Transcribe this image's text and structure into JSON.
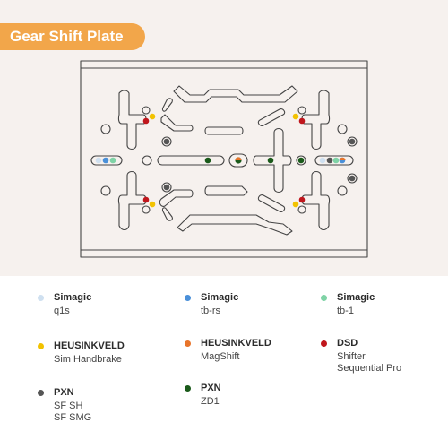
{
  "title": "Gear Shift Plate",
  "colors": {
    "title_bg": "#f2a64a",
    "plate_stroke": "#444444",
    "background": "#f6f1ee"
  },
  "legend": [
    {
      "brand": "Simagic",
      "models": [
        "q1s"
      ],
      "color": "#cfe0f0"
    },
    {
      "brand": "Simagic",
      "models": [
        "tb-rs"
      ],
      "color": "#4a90d9"
    },
    {
      "brand": "Simagic",
      "models": [
        "tb-1"
      ],
      "color": "#7fd3a6"
    },
    {
      "brand": "HEUSINKVELD",
      "models": [
        "Sim Handbrake"
      ],
      "color": "#f2c200"
    },
    {
      "brand": "HEUSINKVELD",
      "models": [
        "MagShift"
      ],
      "color": "#e8742a"
    },
    {
      "brand": "DSD",
      "models": [
        "Shifter",
        "Sequential Pro"
      ],
      "color": "#c0161c"
    },
    {
      "brand": "PXN",
      "models": [
        "SF SH",
        "SF SMG"
      ],
      "color": "#555555"
    },
    {
      "brand": "PXN",
      "models": [
        "ZD1"
      ],
      "color": "#1a5a1a"
    }
  ]
}
